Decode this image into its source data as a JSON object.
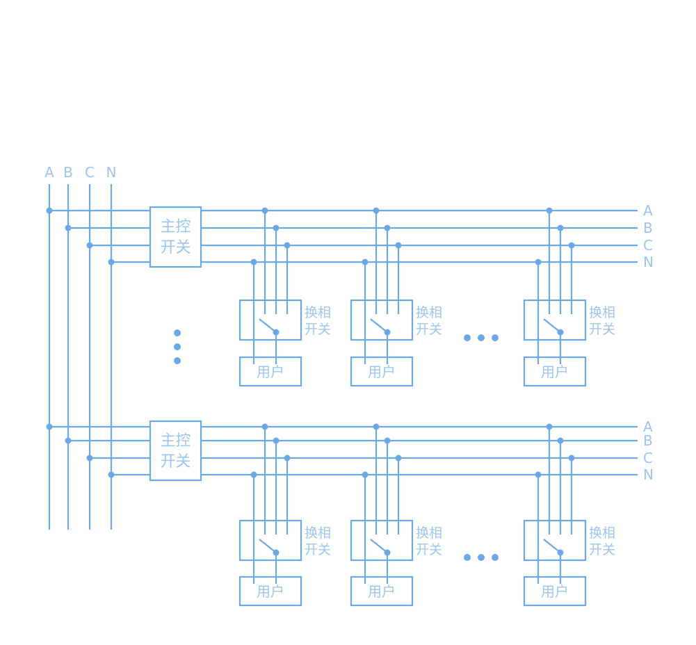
{
  "colors": {
    "line": "#6aa8e8",
    "text": "#9cc6f0"
  },
  "feeder_labels": [
    "A",
    "B",
    "C",
    "N"
  ],
  "bus_labels": [
    "A",
    "B",
    "C",
    "N"
  ],
  "main_switch_label": [
    "主控",
    "开关"
  ],
  "phase_switch_label": [
    "换相",
    "开关"
  ],
  "user_label": "用户",
  "vertical_ellipsis_icon": "vertical-dots-icon",
  "horizontal_ellipsis_icon": "horizontal-dots-icon",
  "sections": [
    {
      "name": "upper-section",
      "branches": 3
    },
    {
      "name": "lower-section",
      "branches": 3
    }
  ]
}
